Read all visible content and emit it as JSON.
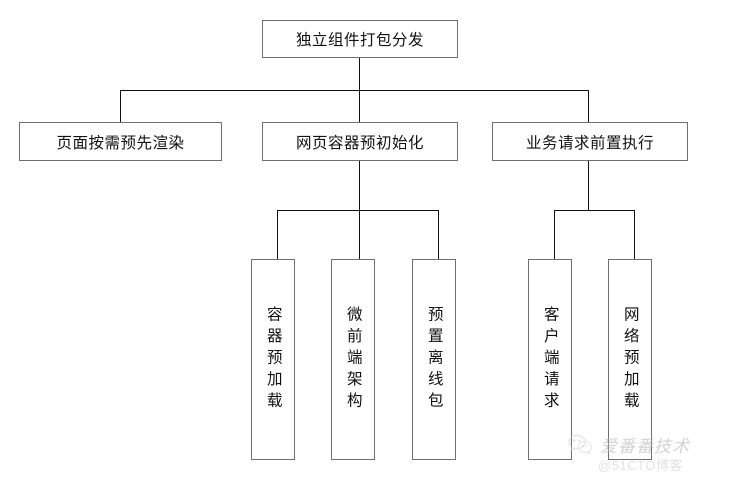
{
  "diagram": {
    "type": "org-tree",
    "title_node": {
      "label": "独立组件打包分发"
    },
    "level2": [
      {
        "label": "页面按需预先渲染"
      },
      {
        "label": "网页容器预初始化"
      },
      {
        "label": "业务请求前置执行"
      }
    ],
    "level3": [
      {
        "label": "容器预加载",
        "parent": "网页容器预初始化"
      },
      {
        "label": "微前端架构",
        "parent": "网页容器预初始化"
      },
      {
        "label": "预置离线包",
        "parent": "网页容器预初始化"
      },
      {
        "label": "客户端请求",
        "parent": "业务请求前置执行"
      },
      {
        "label": "网络预加载",
        "parent": "业务请求前置执行"
      }
    ]
  },
  "watermark": {
    "icon": "wechat-icon",
    "name": "爱番番技术",
    "sub": "@51CTO博客"
  },
  "colors": {
    "box_border": "#6f6f6f",
    "line": "#111111",
    "text": "#111111",
    "background": "#ffffff",
    "watermark_text": "#b9b9b9"
  }
}
